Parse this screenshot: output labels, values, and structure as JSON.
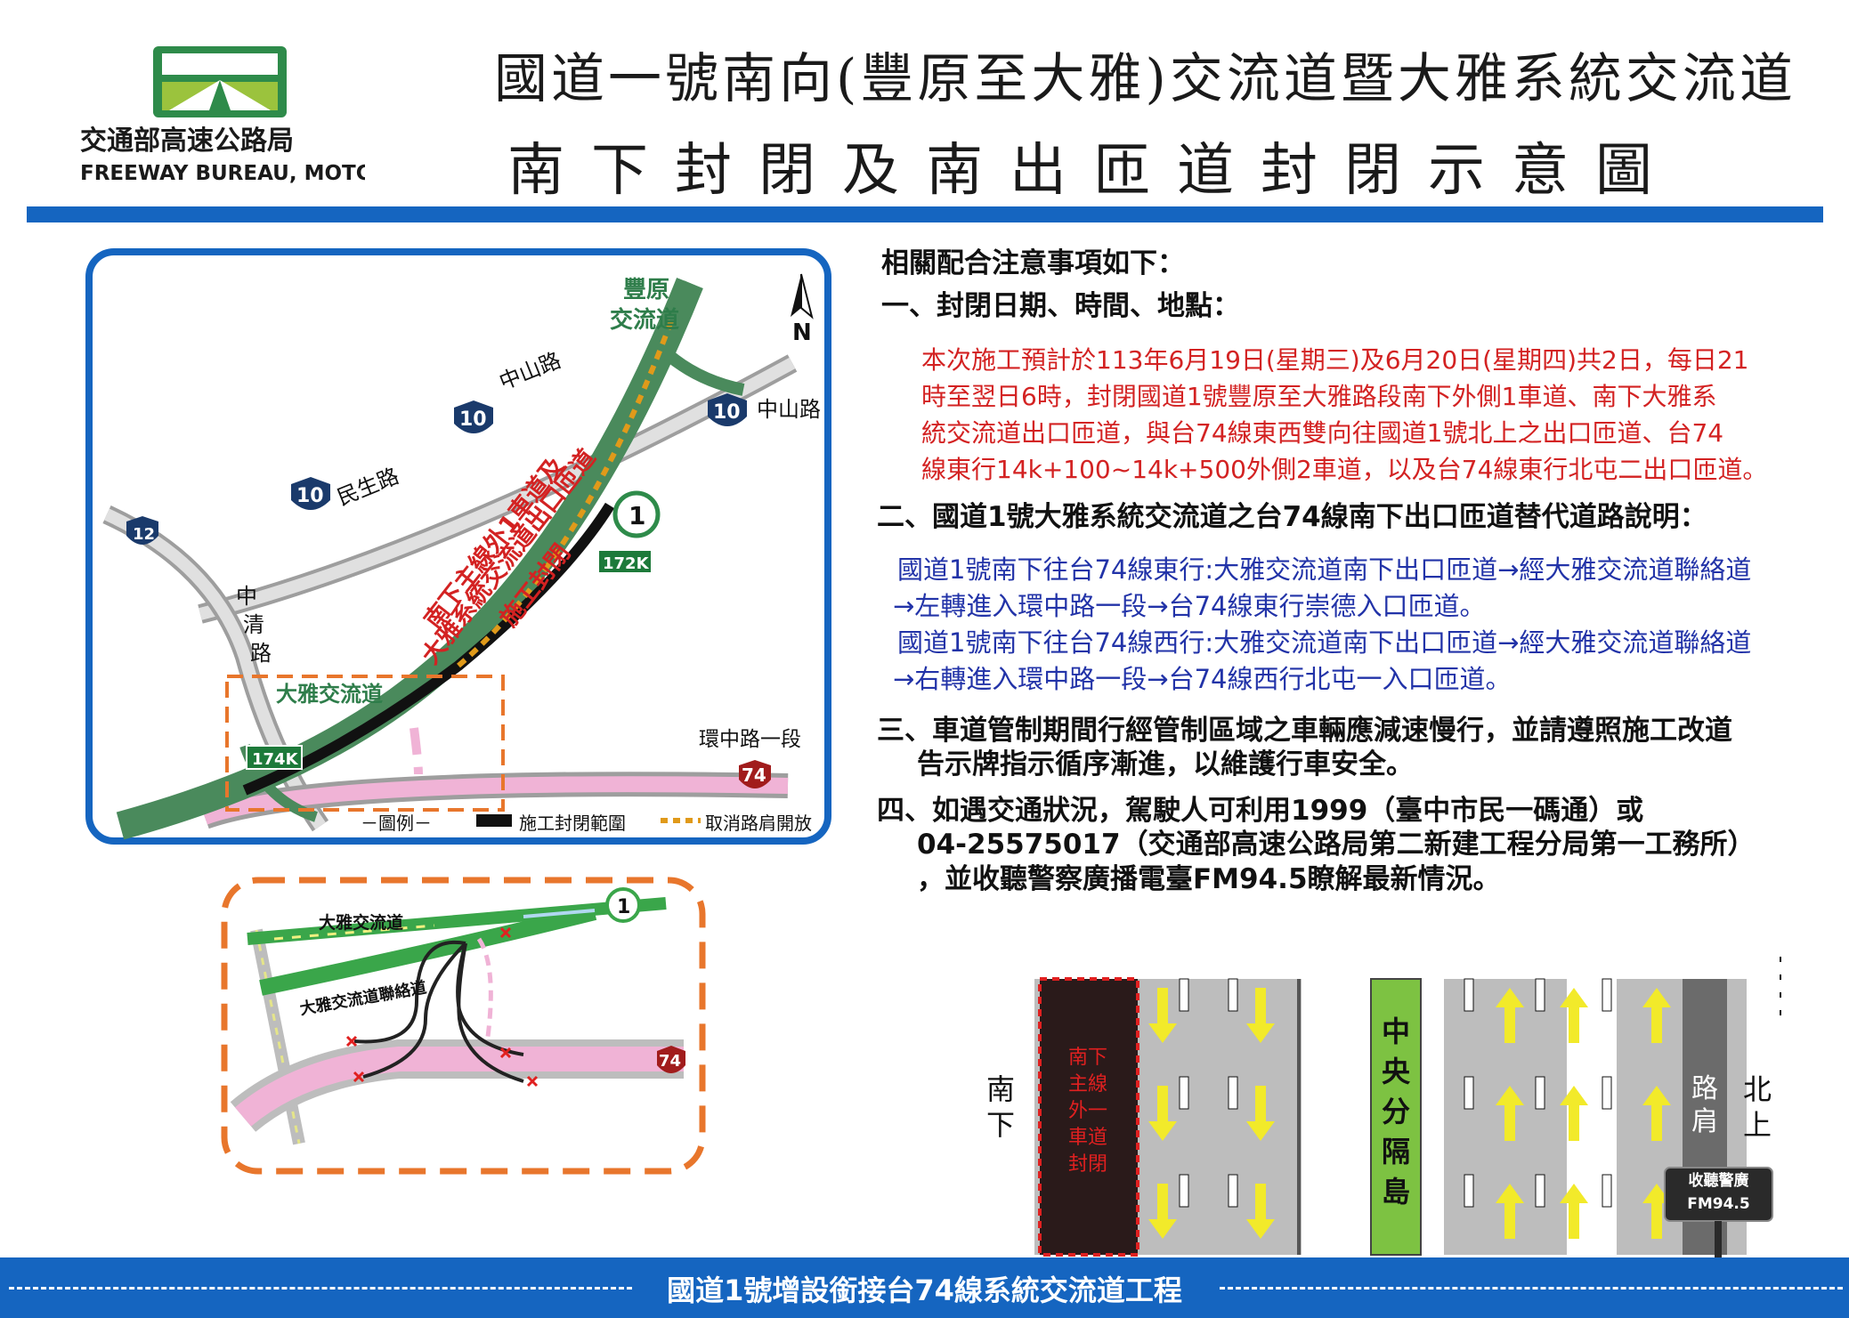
{
  "header": {
    "logo_chinese": "交通部高速公路局",
    "logo_english": "FREEWAY BUREAU, MOTC",
    "title_line1": "國道一號南向(豐原至大雅)交流道暨大雅系統交流道",
    "title_line2": "南下封閉及南出匝道封閉示意圖"
  },
  "colors": {
    "accent_blue": "#1565c0",
    "freeway_green": "#4a8a5c",
    "closure_red": "#d32222",
    "detour_blue": "#2233a8",
    "orange_dash": "#e8762c"
  },
  "notes": {
    "heading": "相關配合注意事項如下：",
    "section1_title": "一、封閉日期、時間、地點：",
    "section1_lines": [
      "本次施工預計於113年6月19日(星期三)及6月20日(星期四)共2日，每日21",
      "時至翌日6時，封閉國道1號豐原至大雅路段南下外側1車道、南下大雅系",
      "統交流道出口匝道，與台74線東西雙向往國道1號北上之出口匝道、台74",
      "線東行14k+100~14k+500外側2車道，以及台74線東行北屯二出口匝道。"
    ],
    "section2_title": "二、國道1號大雅系統交流道之台74線南下出口匝道替代道路說明：",
    "section2_lines": [
      "國道1號南下往台74線東行:大雅交流道南下出口匝道→經大雅交流道聯絡道",
      "→左轉進入環中路一段→台74線東行崇德入口匝道。",
      "國道1號南下往台74線西行:大雅交流道南下出口匝道→經大雅交流道聯絡道",
      "→右轉進入環中路一段→台74線西行北屯一入口匝道。"
    ],
    "section3_line1": "三、車道管制期間行經管制區域之車輛應減速慢行，並請遵照施工改道",
    "section3_line2": "告示牌指示循序漸進，以維護行車安全。",
    "section4_line1": "四、如遇交通狀況，駕駛人可利用1999（臺中市民一碼通）或",
    "section4_line2": "04-25575017（交通部高速公路局第二新建工程分局第一工務所）",
    "section4_line3": "，並收聽警察廣播電臺FM94.5瞭解最新情況。"
  },
  "main_map": {
    "fengyuan_line1": "豐原",
    "fengyuan_line2": "交流道",
    "north": "N",
    "zhongshan_rd": "中山路",
    "minsheng_rd": "民生路",
    "zhongqing_rd": "中清路",
    "huanzhong_rd": "環中路一段",
    "daya_ic": "大雅交流道",
    "route10": "10",
    "route12": "12",
    "route1": "1",
    "route74": "74",
    "km172": "172K",
    "km174": "174K",
    "closure_line1": "南下主線外1車道及",
    "closure_line2": "大雅系統交流道出口匝道",
    "closure_line3": "施工封閉",
    "legend_title": "－圖例－",
    "legend_closure": "施工封閉範圍",
    "legend_shoulder": "取消路肩開放"
  },
  "detail_map": {
    "daya_ic": "大雅交流道",
    "connector": "大雅交流道聯絡道",
    "route1": "1",
    "route74": "74"
  },
  "lane_diagram": {
    "south_label": "南下",
    "north_label": "北上",
    "closed_lane_label": "南下主線外一車道封閉",
    "median_label": "中央分隔島",
    "shoulder_label": "路肩"
  },
  "radio_sign": {
    "line1": "收聽警廣",
    "line2": "FM94.5"
  },
  "footer": {
    "project_name": "國道1號增設銜接台74線系統交流道工程"
  }
}
